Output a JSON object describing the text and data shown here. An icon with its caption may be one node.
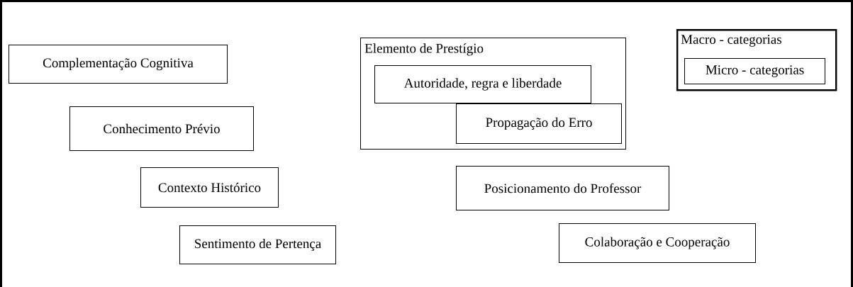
{
  "diagram": {
    "nodes": [
      {
        "text": [
          "Complementação Cognitiva"
        ]
      },
      {
        "text": [
          "Conhecimento Prévio"
        ]
      },
      {
        "text": [
          "Contexto Histórico"
        ]
      },
      {
        "text": [
          "Sentimento de Pertença"
        ]
      },
      {
        "text": [
          "Elemento de Prestígio"
        ]
      },
      {
        "text": [
          "Autoridade, regra e liberdade"
        ],
        "in": 4
      },
      {
        "text": [
          "Propagação do Erro"
        ],
        "in": 4
      },
      {
        "text": [
          "Posicionamento do Professor"
        ]
      },
      {
        "text": [
          "Colaboração e Cooperação"
        ]
      },
      {
        "text": [
          "Macro - categorias"
        ]
      },
      {
        "text": [
          "Micro - categorias"
        ],
        "in": 9
      }
    ]
  }
}
